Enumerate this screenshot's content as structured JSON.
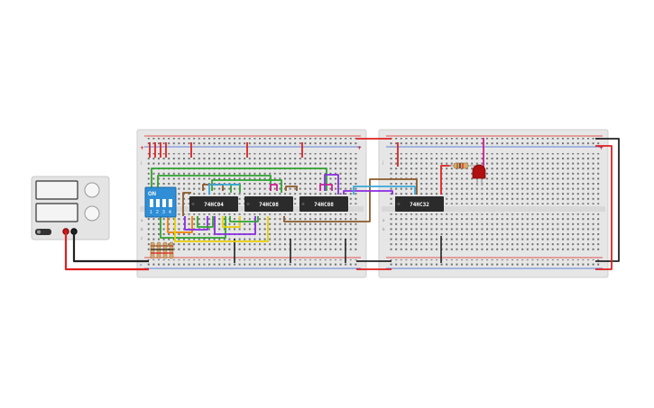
{
  "chips": [
    {
      "label": "74HC04"
    },
    {
      "label": "74HC08"
    },
    {
      "label": "74HC08"
    },
    {
      "label": "74HC32"
    }
  ],
  "dip_switch": {
    "on_label": "ON",
    "numbers": [
      "1",
      "2",
      "3",
      "4"
    ]
  },
  "rail_signs": {
    "plus": "+",
    "minus": "-"
  },
  "row_letters": [
    "a",
    "b",
    "c",
    "d",
    "e",
    "f",
    "g",
    "h",
    "i",
    "j"
  ],
  "colors": {
    "breadboard": "#e8e8e8",
    "chip": "#2b2b2b",
    "dip_switch": "#2f8ed6",
    "psu": "#e4e4e4",
    "wire_red": "#e02020",
    "wire_black": "#222222",
    "wire_green": "#2fa32f",
    "wire_brown": "#8b5a2b",
    "wire_purple": "#8a2be2",
    "wire_orange": "#f08000",
    "wire_yellow": "#e8d000",
    "wire_magenta": "#d0208f",
    "wire_cyan": "#3aa8d8",
    "led_red": "#b01010"
  }
}
